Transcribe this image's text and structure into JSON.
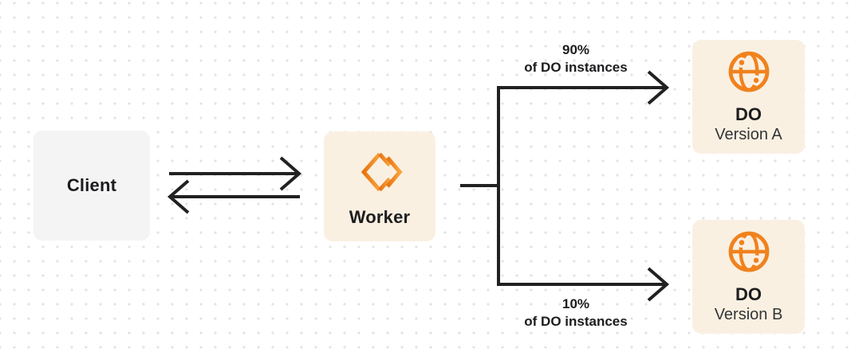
{
  "diagram": {
    "nodes": {
      "client": {
        "label": "Client"
      },
      "worker": {
        "label": "Worker",
        "icon": "workers-icon"
      },
      "do_a": {
        "title": "DO",
        "subtitle": "Version A",
        "icon": "globe-icon"
      },
      "do_b": {
        "title": "DO",
        "subtitle": "Version B",
        "icon": "globe-icon"
      }
    },
    "edges": {
      "client_worker": {
        "type": "bidirectional-arrows"
      },
      "top_branch": {
        "label_line1": "90%",
        "label_line2": "of DO instances"
      },
      "bottom_branch": {
        "label_line1": "10%",
        "label_line2": "of DO instances"
      }
    },
    "colors": {
      "accent_orange": "#F0821E",
      "worker_gradient_start": "#E8730F",
      "worker_gradient_end": "#F9A33F",
      "node_cream": "#FAF0E2",
      "node_gray": "#F4F4F5",
      "line_dark": "#212121",
      "dot_grid": "#E3E3E3",
      "text_dark": "#1D1D1F"
    }
  }
}
